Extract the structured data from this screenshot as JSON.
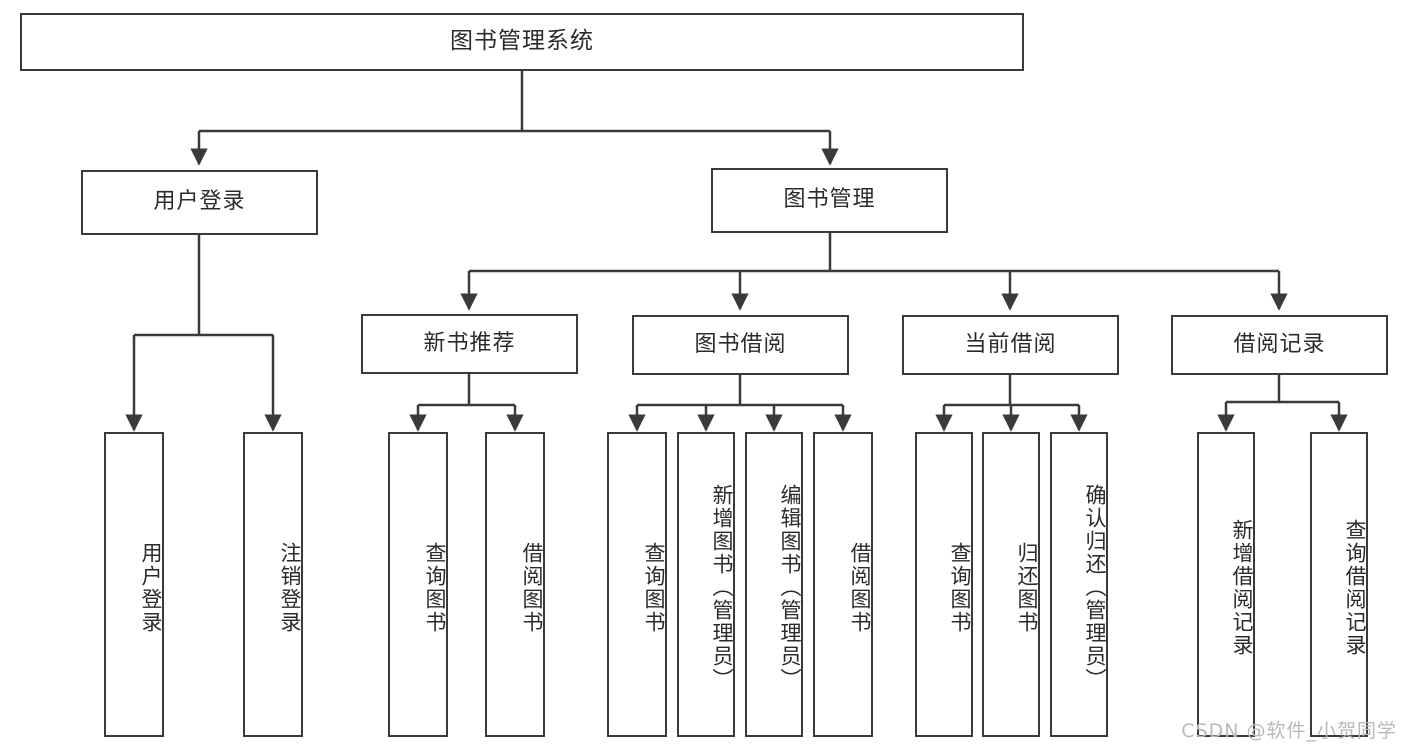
{
  "diagram": {
    "type": "tree",
    "title": "图书管理系统",
    "watermark": "CSDN @软件_小贺同学",
    "colors": {
      "border": "#3a3a3a",
      "background": "#ffffff",
      "text": "#2b2b2b",
      "connector": "#3a3a3a",
      "watermark": "#b9b9b9"
    },
    "root": {
      "label": "图书管理系统"
    },
    "level2": [
      {
        "label": "用户登录"
      },
      {
        "label": "图书管理"
      }
    ],
    "level3": [
      {
        "label": "新书推荐"
      },
      {
        "label": "图书借阅"
      },
      {
        "label": "当前借阅"
      },
      {
        "label": "借阅记录"
      }
    ],
    "leaves": {
      "user_login": [
        {
          "label": "用户登录"
        },
        {
          "label": "注销登录"
        }
      ],
      "new_book_recommend": [
        {
          "label": "查询图书"
        },
        {
          "label": "借阅图书"
        }
      ],
      "book_borrow": [
        {
          "label": "查询图书"
        },
        {
          "label": "新增图书（管理员）"
        },
        {
          "label": "编辑图书（管理员）"
        },
        {
          "label": "借阅图书"
        }
      ],
      "current_borrow": [
        {
          "label": "查询图书"
        },
        {
          "label": "归还图书"
        },
        {
          "label": "确认归还（管理员）"
        }
      ],
      "borrow_record": [
        {
          "label": "新增借阅记录"
        },
        {
          "label": "查询借阅记录"
        }
      ]
    }
  }
}
